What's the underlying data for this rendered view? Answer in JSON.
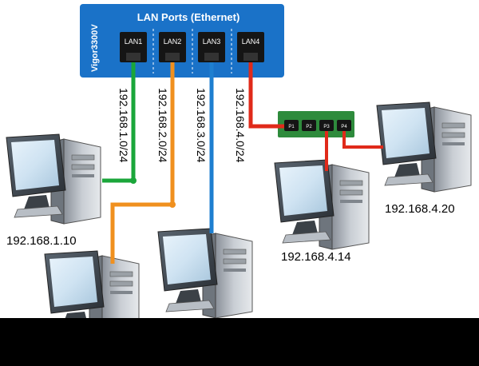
{
  "router": {
    "model": "Vigor3300V",
    "title": "LAN Ports (Ethernet)",
    "ports": [
      "LAN1",
      "LAN2",
      "LAN3",
      "LAN4"
    ]
  },
  "subnets": [
    "192.168.1.0/24",
    "192.168.2.0/24",
    "192.168.3.0/24",
    "192.168.4.0/24"
  ],
  "switch": {
    "ports": [
      "P1",
      "P2",
      "P3",
      "P4"
    ]
  },
  "hosts": [
    {
      "ip": "192.168.1.10"
    },
    {
      "ip": "192.168.4.14"
    },
    {
      "ip": "192.168.4.20"
    }
  ],
  "colors": {
    "router_blue": "#1a72c8",
    "lan1": "#1aa63a",
    "lan2": "#f0901e",
    "lan3": "#1e7fd0",
    "lan4": "#e02a1a",
    "switch_green": "#2e8b3c"
  }
}
